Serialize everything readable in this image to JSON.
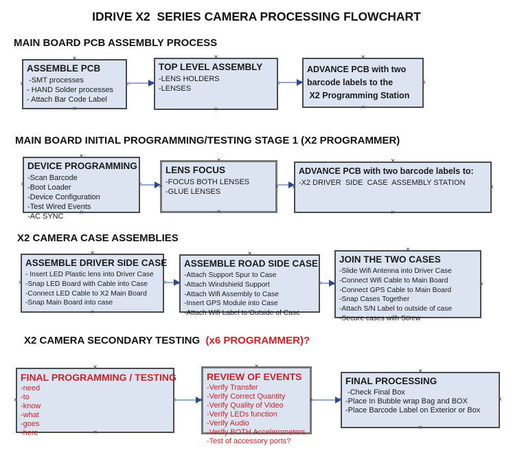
{
  "title": "IDRIVE X2  SERIES CAMERA PROCESSING FLOWCHART",
  "icons": {
    "connection_handle": "×"
  },
  "colors": {
    "box_fill": "#dce4f1",
    "box_border": "#4a4a4a",
    "arrow_line": "#93a9cd",
    "arrow_head": "#2b4a8b",
    "red": "#cb2027"
  },
  "sections": [
    {
      "header": "MAIN BOARD PCB ASSEMBLY PROCESS"
    },
    {
      "header": "MAIN BOARD INITIAL PROGRAMMING/TESTING STAGE 1 (X2 PROGRAMMER)"
    },
    {
      "header": "X2 CAMERA CASE ASSEMBLIES"
    },
    {
      "header": "X2 CAMERA SECONDARY TESTING ",
      "header_red": " (x6 PROGRAMMER)?"
    }
  ],
  "boxes": {
    "assemble_pcb": {
      "title": "ASSEMBLE PCB",
      "items": [
        " -SMT processes",
        "- HAND Solder processes",
        "- Attach Bar Code Label"
      ]
    },
    "top_level_assembly": {
      "title": "TOP LEVEL ASSEMBLY",
      "items": [
        "-LENS HOLDERS",
        "-LENSES"
      ]
    },
    "advance_pcb_row1": {
      "title": "ADVANCE PCB with two\nbarcode labels to the\n X2 Programming Station",
      "items": []
    },
    "device_programming": {
      "title": "DEVICE PROGRAMMING",
      "items": [
        "-Scan Barcode",
        "-Boot Loader",
        "-Device Configuration",
        "-Test Wired Events",
        "-AC SYNC"
      ]
    },
    "lens_focus": {
      "title": "LENS FOCUS",
      "items": [
        "-FOCUS BOTH LENSES",
        "-GLUE LENSES"
      ]
    },
    "advance_pcb_row2": {
      "title": "ADVANCE PCB with two barcode labels to:",
      "items": [
        "-X2 DRIVER  SIDE  CASE  ASSEMBLY STATION"
      ]
    },
    "assemble_driver_side_case": {
      "title": "ASSEMBLE DRIVER SIDE CASE",
      "items": [
        "- Insert LED Plastic lens into Driver Case",
        "-Snap LED Board with Cable into Case",
        "-Connect LED Cable to X2 Main Board",
        "-Snap Main Board into case"
      ]
    },
    "assemble_road_side_case": {
      "title": "ASSEMBLE ROAD SIDE CASE",
      "items": [
        "-Attach Support Spur to Case",
        "-Attach Windshield Support",
        "-Attach Wifi Assembly to Case",
        "-Insert GPS Module into Case",
        "-Attach Wifi Label to Outside of Case"
      ]
    },
    "join_the_two_cases": {
      "title": "JOIN THE TWO CASES",
      "items": [
        "-Slide Wifi Antenna into Driver Case",
        "-Connect Wifi Cable to Main Board",
        "-Connect GPS Cable to Main Board",
        "-Snap Cases Together",
        "-Attach S/N Label to outside of case",
        "-Secure cases with Screw"
      ]
    },
    "final_programming_testing": {
      "title": "FINAL PROGRAMMING / TESTING",
      "items": [
        "-need",
        "-to",
        "-know",
        "-what",
        "-goes",
        "-here"
      ]
    },
    "review_of_events": {
      "title": "REVIEW OF EVENTS",
      "items": [
        "-Verify Transfer",
        "-Verify Correct Quantity",
        "-Verify Quality of Video",
        "-Verify LEDs function",
        "-Verify Audio",
        "-Verify BOTH Accelerometers",
        "-Test of accessory ports?"
      ]
    },
    "final_processing": {
      "title": "FINAL PROCESSING",
      "items": [
        " -Check Final Box",
        "-Place In Bubble wrap Bag and BOX",
        "-Place Barcode Label on Exterior or Box"
      ]
    }
  }
}
